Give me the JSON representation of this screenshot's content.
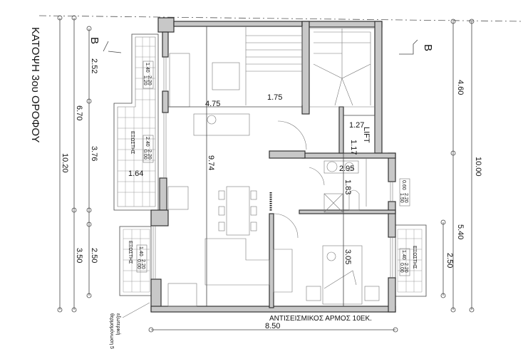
{
  "title": "ΚΑΤΟΨΗ 3ου ΟΡΟΦΟΥ",
  "section_marks": [
    "B",
    "B"
  ],
  "dimensions_left": {
    "d1": "2.52",
    "d2": "6.70",
    "d3": "3.76",
    "d4": "10.20",
    "d5": "3.50",
    "d6": "2.50",
    "balcony_depth": "1.64"
  },
  "dimensions_right": {
    "d1": "4.60",
    "d2": "10.00",
    "d3": "5.40",
    "d4": "2.50"
  },
  "interior_dimensions": {
    "living_w": "4.75",
    "stair_w": "1.75",
    "total_depth": "9.74",
    "lift_w": "1.27",
    "lift_d": "1.17",
    "bath_w": "2.95",
    "bath_d": "1.83",
    "bed_d": "3.05"
  },
  "lift_label": "LIFT",
  "balcony_label": "ΕΞΩΣΤΗΣ",
  "window_tags": [
    {
      "w": "1.40",
      "h": "2.20",
      "s": "1.20"
    },
    {
      "w": "2.40",
      "h": "2.20",
      "s": "0.00"
    },
    {
      "w": "1.40",
      "h": "2.20",
      "s": "0.00"
    },
    {
      "w": "1.40",
      "h": "2.20",
      "s": "0.00"
    },
    {
      "w": "0.60",
      "h": "2.20",
      "s": "1.50"
    }
  ],
  "seismic_joint_note": "ΑΝΤΙΣΕΙΣΜΙΚΟΣ ΑΡΜΟΣ 10ΕΚ.",
  "bottom_width": "8.50",
  "insulation_note": [
    "εξωτερική",
    "θερμομόνωση 5"
  ]
}
